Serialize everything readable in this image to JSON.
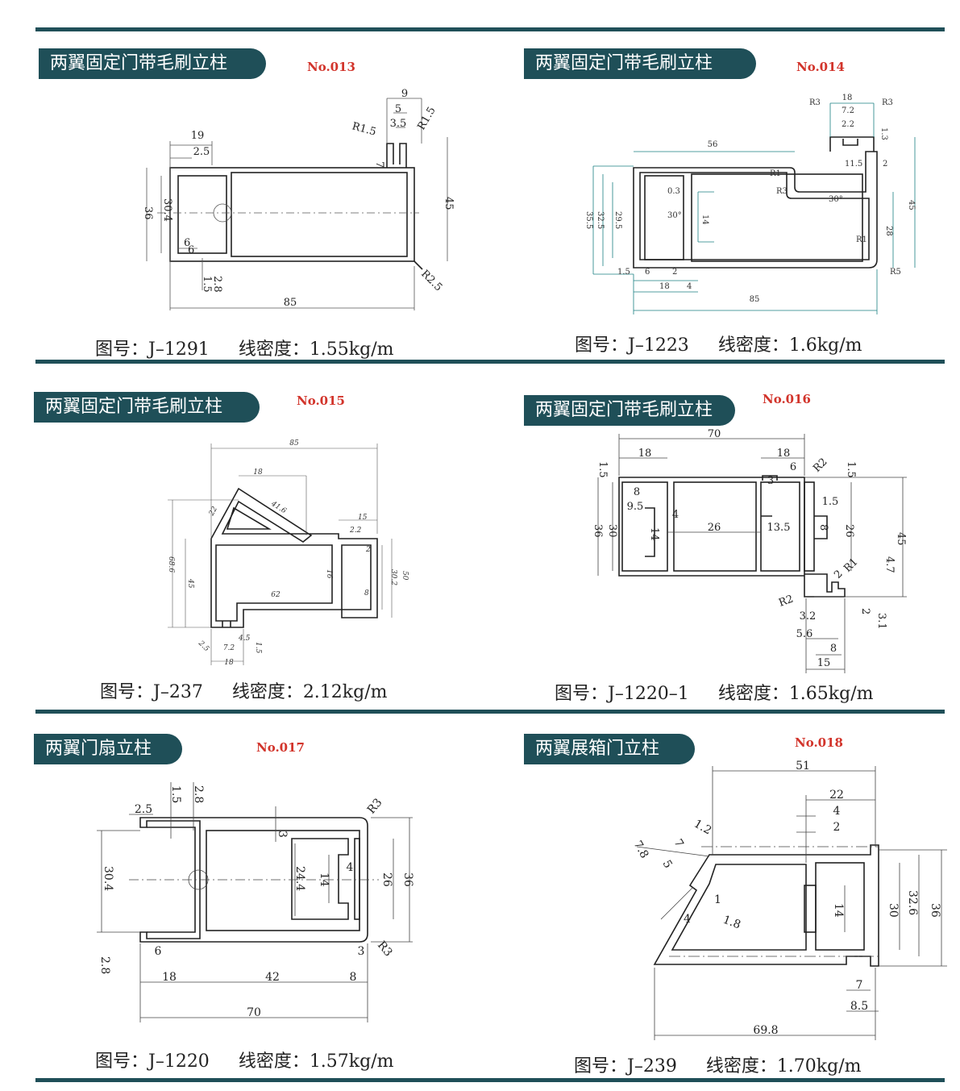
{
  "profiles": [
    {
      "title": "两翼固定门带毛刷立柱",
      "no": "No.013",
      "code": "图号：J–1291",
      "density": "线密度：1.55kg/m",
      "dims": [
        "9",
        "5",
        "3.5",
        "R1.5",
        "R1.5",
        "7",
        "6",
        "19",
        "2.5",
        "30.4",
        "36",
        "6",
        "1.5",
        "2.8",
        "45",
        "R2.5",
        "85"
      ]
    },
    {
      "title": "两翼固定门带毛刷立柱",
      "no": "No.014",
      "code": "图号：J–1223",
      "density": "线密度：1.6kg/m",
      "dims": [
        "18",
        "R3",
        "R3",
        "7.2",
        "2.2",
        "1.3",
        "56",
        "R1",
        "R3",
        "11.5",
        "2",
        "0.3",
        "30°",
        "30°",
        "14",
        "35.5",
        "32.5",
        "29.5",
        "45",
        "28",
        "R1",
        "R5",
        "1.5",
        "6",
        "2",
        "4",
        "18",
        "85"
      ]
    },
    {
      "title": "两翼固定门带毛刷立柱",
      "no": "No.015",
      "code": "图号：J–237",
      "density": "线密度：2.12kg/m",
      "dims": [
        "85",
        "18",
        "41.6",
        "22",
        "15",
        "2.2",
        "2",
        "68.6",
        "45",
        "62",
        "16",
        "30.2",
        "50",
        "8",
        "2.5",
        "4.5",
        "1.5",
        "7.2",
        "18"
      ]
    },
    {
      "title": "两翼固定门带毛刷立柱",
      "no": "No.016",
      "code": "图号：J–1220–1",
      "density": "线密度：1.65kg/m",
      "dims": [
        "70",
        "1.5",
        "18",
        "18",
        "6",
        "R2",
        "1.5",
        "3",
        "8",
        "9.5",
        "4",
        "1.5",
        "36",
        "30",
        "14",
        "26",
        "13.5",
        "8",
        "26",
        "45",
        "4.7",
        "2",
        "R1",
        "R2",
        "2",
        "3.1",
        "3.2",
        "5.6",
        "8",
        "15"
      ]
    },
    {
      "title": "两翼门扇立柱",
      "no": "No.017",
      "code": "图号：J–1220",
      "density": "线密度：1.57kg/m",
      "dims": [
        "2.5",
        "1.5",
        "2.8",
        "R3",
        "3",
        "30.4",
        "24.4",
        "14",
        "4",
        "26",
        "36",
        "2.8",
        "6",
        "3",
        "R3",
        "18",
        "42",
        "8",
        "70"
      ]
    },
    {
      "title": "两翼展箱门立柱",
      "no": "No.018",
      "code": "图号：J–239",
      "density": "线密度：1.70kg/m",
      "dims": [
        "51",
        "22",
        "4",
        "2",
        "1.2",
        "7.8",
        "7",
        "5",
        "1",
        "1.8",
        "4",
        "14",
        "30",
        "32.6",
        "36",
        "7",
        "8.5",
        "69.8"
      ]
    }
  ]
}
